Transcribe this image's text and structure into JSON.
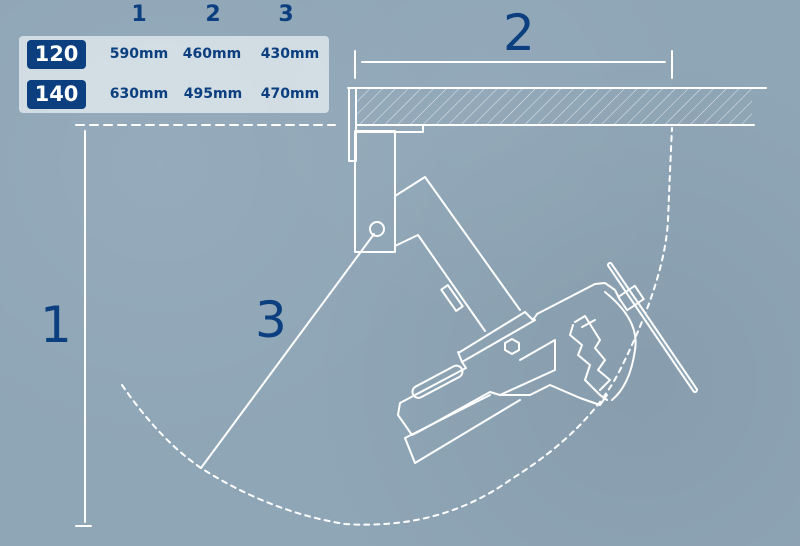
{
  "spec_table": {
    "columns": [
      "1",
      "2",
      "3"
    ],
    "rows": [
      {
        "model": "120",
        "values": [
          "590mm",
          "460mm",
          "430mm"
        ]
      },
      {
        "model": "140",
        "values": [
          "630mm",
          "495mm",
          "470mm"
        ]
      }
    ]
  },
  "dimension_labels": {
    "height": "1",
    "depth": "2",
    "swing_radius": "3"
  },
  "colors": {
    "background": "#8fa6b7",
    "accent_blue": "#0b3f7f",
    "line_white": "#ffffff",
    "panel": "#e1e8ed"
  }
}
